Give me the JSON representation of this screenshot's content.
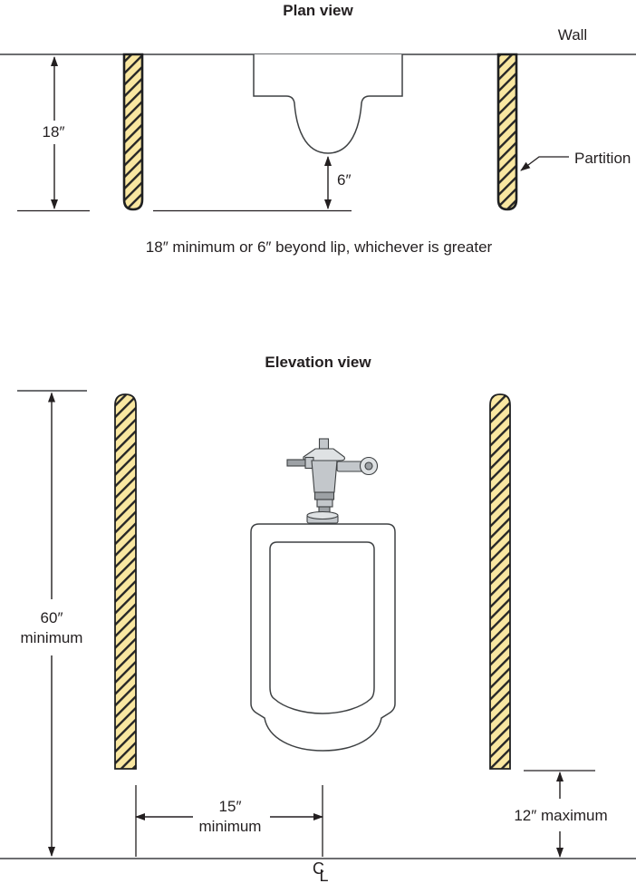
{
  "colors": {
    "partition_fill": "#F9E7A1",
    "hatch_line": "#262626",
    "outline": "#3E4143",
    "dimension": "#231F20",
    "wall_floor_line": "#6D6E71",
    "text": "#231F20",
    "metal_light": "#DFE2E4",
    "metal_mid": "#C3C7CB",
    "metal_dark": "#9DA1A5"
  },
  "plan_view": {
    "title": "Plan view",
    "wall_label": "Wall",
    "partition_label": "Partition",
    "dim_depth": "18″",
    "dim_beyond_lip": "6″",
    "caption": "18″ minimum or 6″ beyond lip, whichever is greater"
  },
  "elevation_view": {
    "title": "Elevation view",
    "dim_height_value": "60″",
    "dim_height_qualifier": "minimum",
    "dim_width_value": "15″",
    "dim_width_qualifier": "minimum",
    "dim_partition_floor_gap": "12″ maximum",
    "centerline_c": "C",
    "centerline_l": "L"
  }
}
